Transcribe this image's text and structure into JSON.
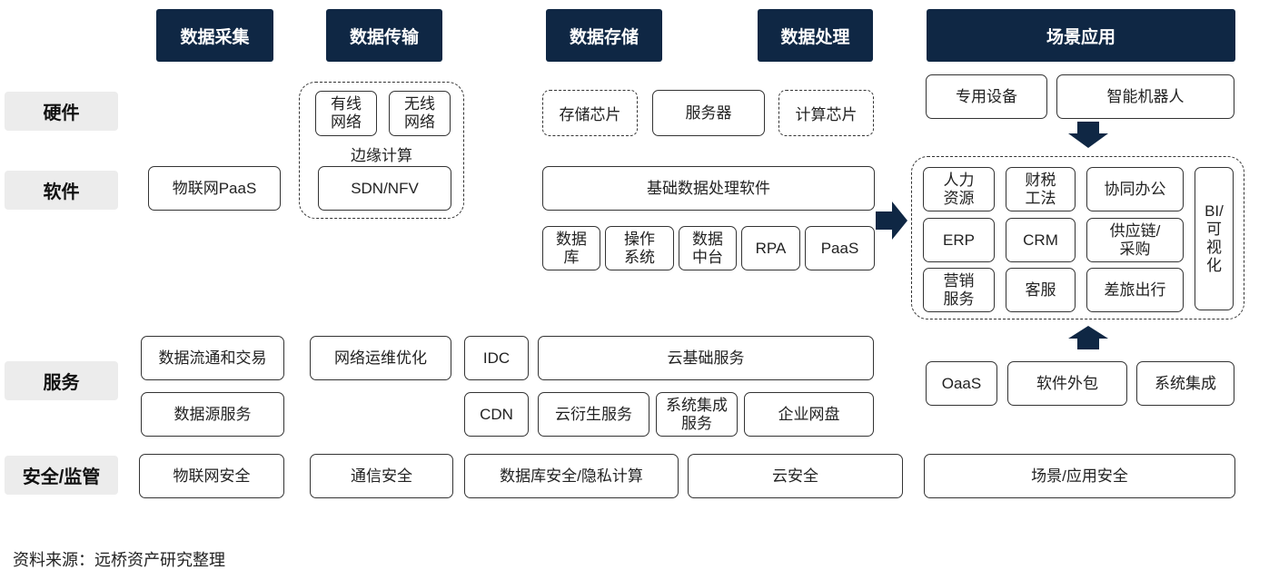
{
  "headers": {
    "collect": "数据采集",
    "transfer": "数据传输",
    "storage": "数据存储",
    "process": "数据处理",
    "scene": "场景应用"
  },
  "rows": {
    "hardware": "硬件",
    "software": "软件",
    "service": "服务",
    "security": "安全/监管"
  },
  "transfer": {
    "wired": "有线网络",
    "wireless": "无线网络",
    "edge": "边缘计算",
    "sdn": "SDN/NFV",
    "ops": "网络运维优化",
    "security": "通信安全"
  },
  "collect": {
    "iot_paas": "物联网PaaS",
    "circulation": "数据流通和交易",
    "source_service": "数据源服务",
    "iot_security": "物联网安全"
  },
  "storage": {
    "chip": "存储芯片",
    "server": "服务器",
    "compute_chip": "计算芯片",
    "basic_software": "基础数据处理软件",
    "database": "数据库",
    "os": "操作系统",
    "middle": "数据中台",
    "rpa": "RPA",
    "paas": "PaaS",
    "idc": "IDC",
    "cloud_basic": "云基础服务",
    "cdn": "CDN",
    "cloud_derived": "云衍生服务",
    "sys_integration": "系统集成服务",
    "netdisk": "企业网盘",
    "db_security": "数据库安全/隐私计算",
    "cloud_security": "云安全"
  },
  "scene": {
    "device": "专用设备",
    "robot": "智能机器人",
    "hr": "人力资源",
    "tax": "财税工法",
    "office": "协同办公",
    "bi": "BI/可视化",
    "erp": "ERP",
    "crm": "CRM",
    "supply": "供应链/采购",
    "marketing": "营销服务",
    "cs": "客服",
    "travel": "差旅出行",
    "oaas": "OaaS",
    "outsource": "软件外包",
    "integration": "系统集成",
    "security": "场景/应用安全"
  },
  "source": "资料来源：远桥资产研究整理",
  "colors": {
    "header": "#0f2744",
    "row": "#ececec",
    "arrow": "#0f2744"
  }
}
